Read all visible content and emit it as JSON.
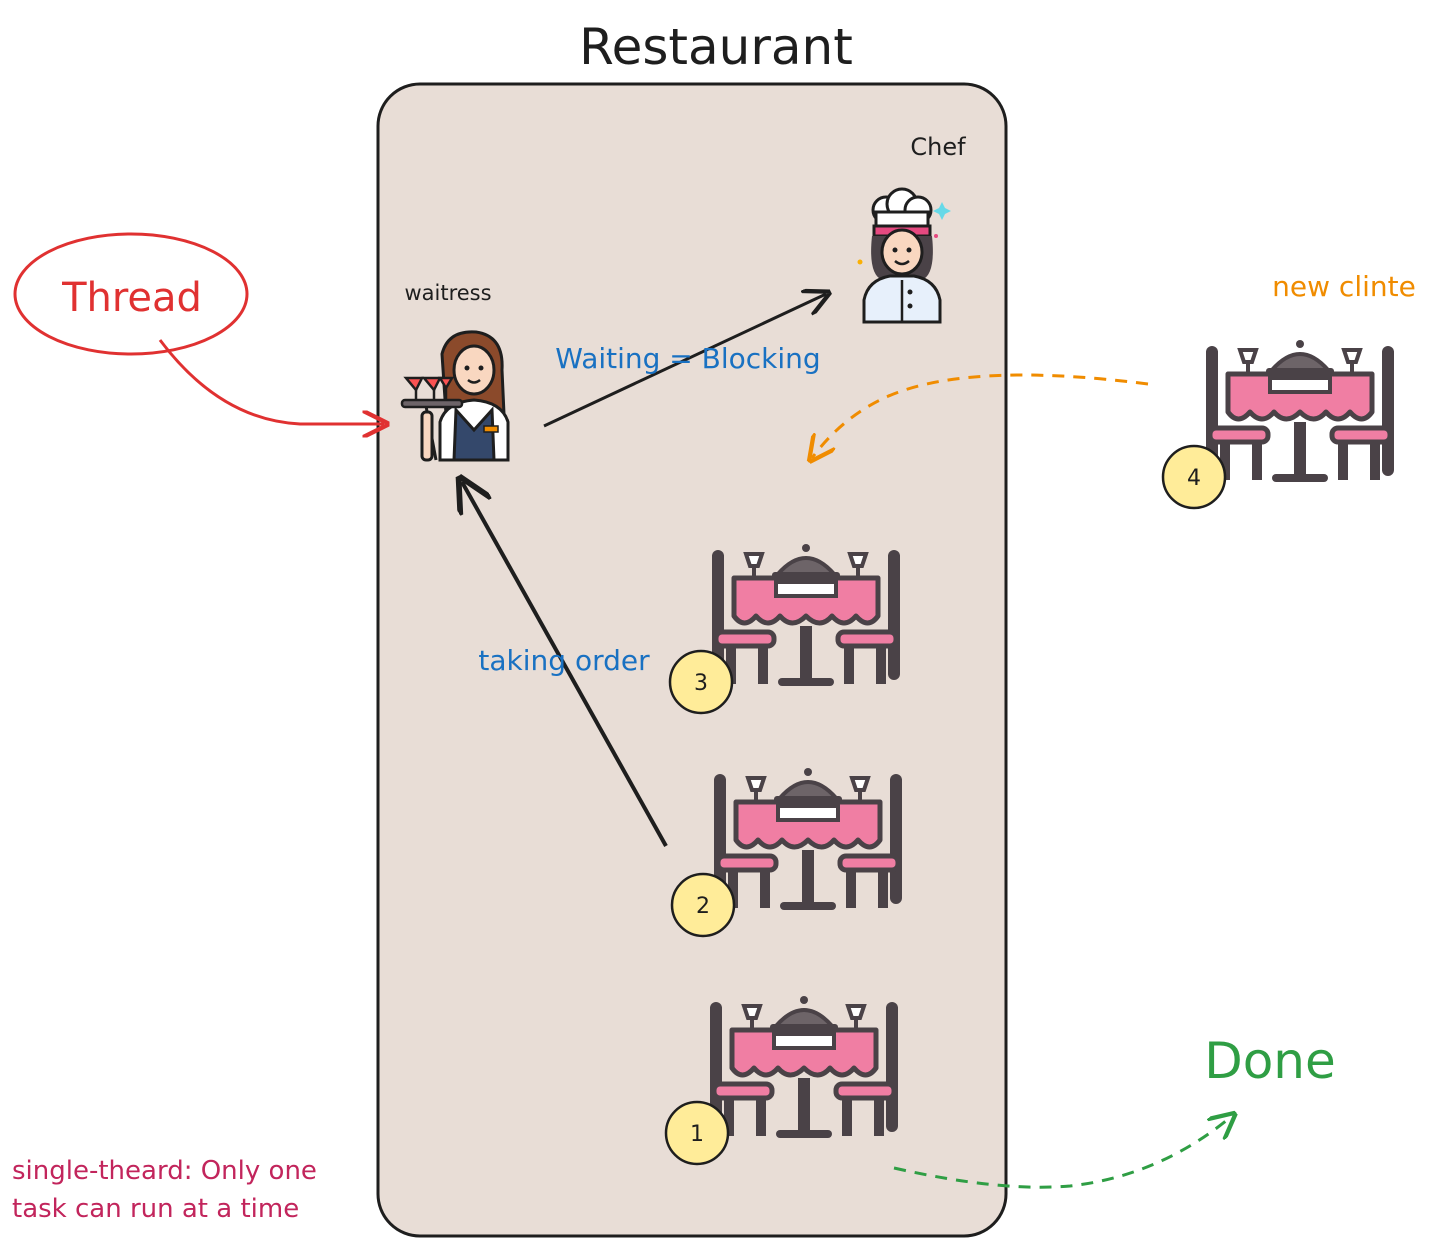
{
  "title": "Restaurant",
  "labels": {
    "chef": "Chef",
    "waitress": "waitress",
    "thread": "Thread",
    "waiting": "Waiting = Blocking",
    "taking_order": "taking order",
    "new_client": "new clinte",
    "done": "Done",
    "note_line1": "single-theard: Only one",
    "note_line2": "task can run at a time"
  },
  "tables": [
    {
      "number": "1"
    },
    {
      "number": "2"
    },
    {
      "number": "3"
    },
    {
      "number": "4"
    }
  ],
  "colors": {
    "restaurant_fill": "#e8ddd6",
    "outline": "#1e1e1e",
    "thread_red": "#e03131",
    "blue_text": "#1971c2",
    "orange": "#f08c00",
    "green": "#2f9e44",
    "note_pink": "#c2255c",
    "table_pink": "#f07ea3",
    "badge_yellow": "#ffec99"
  }
}
